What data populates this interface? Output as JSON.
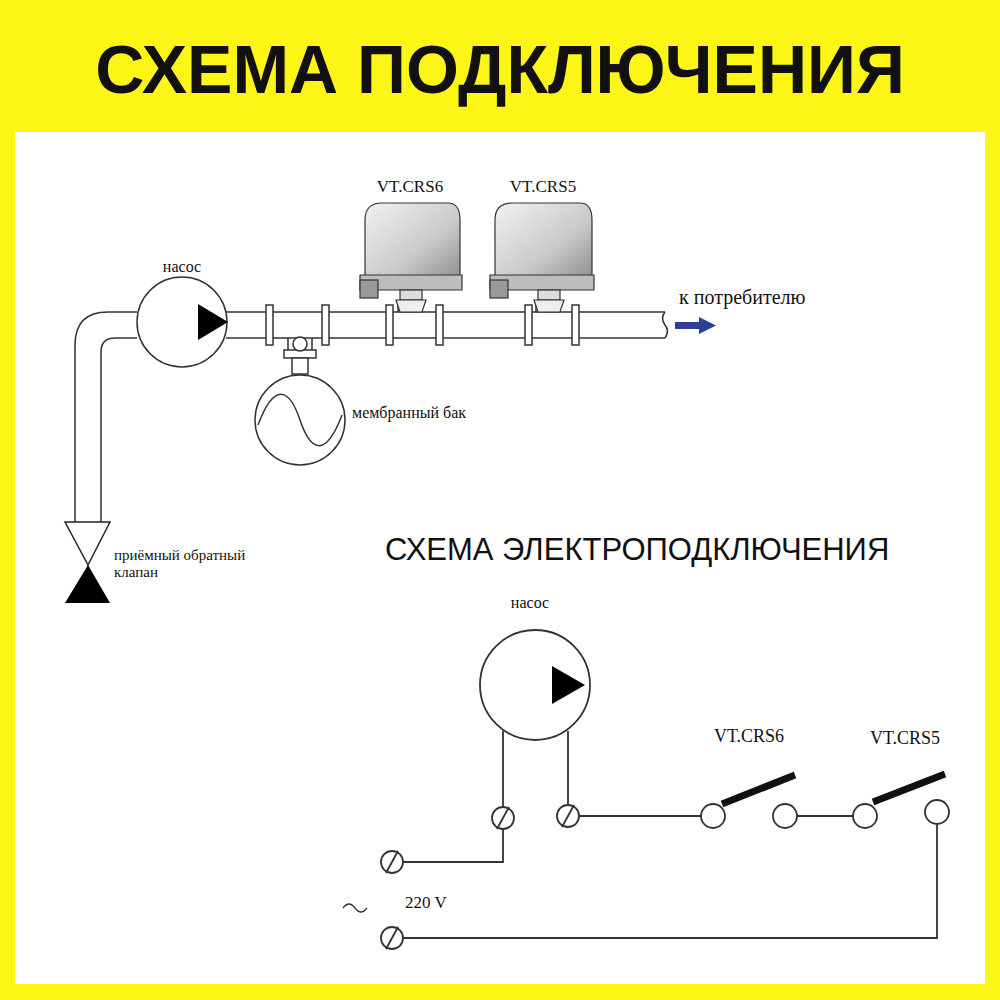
{
  "diagram": {
    "title": "СХЕМА ПОДКЛЮЧЕНИЯ",
    "labels": [
      "VT.CRS6",
      "VT.CRS5",
      "насос",
      "к потребителю",
      "мембранный бак",
      "приёмный обратный клапан",
      "СХЕМА ЭЛЕКТРОПОДКЛЮЧЕНИЯ",
      "насос",
      "VT.CRS6",
      "VT.CRS5",
      "220 V"
    ]
  }
}
